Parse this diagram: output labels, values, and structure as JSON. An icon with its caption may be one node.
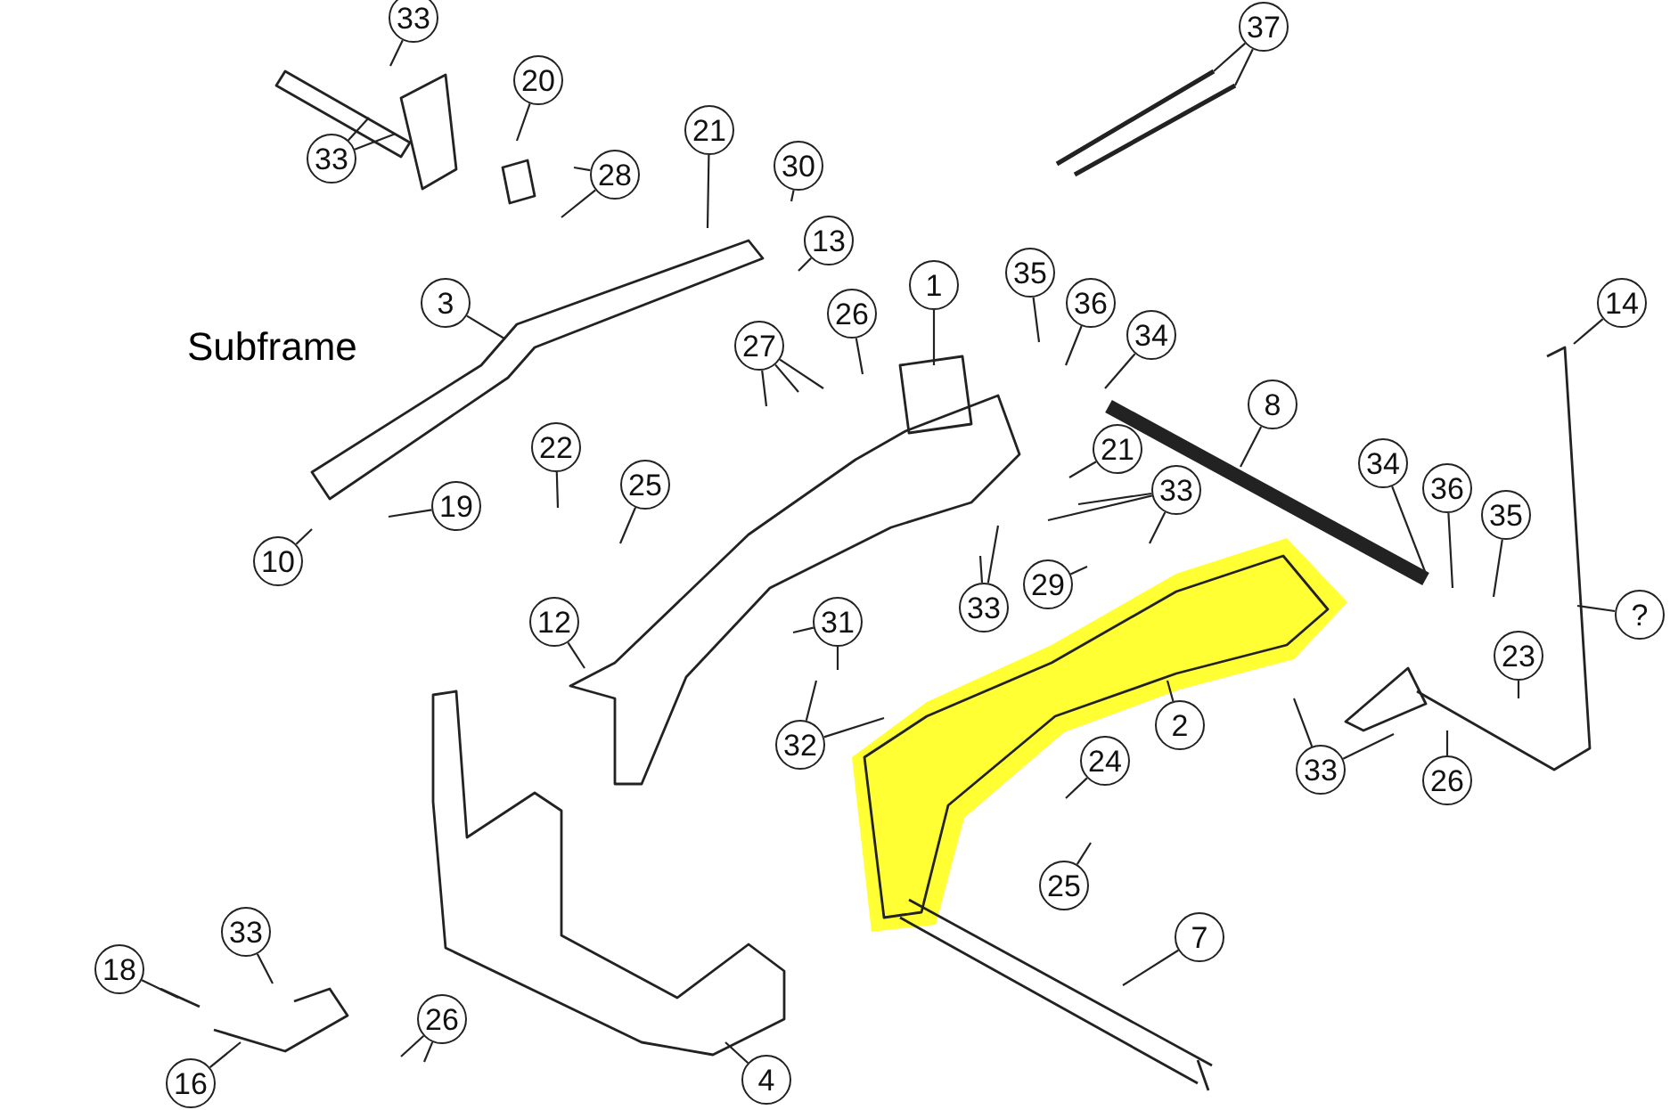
{
  "diagram": {
    "nodes": [
      {
        "text": [
          "33"
        ]
      },
      {
        "text": [
          "33"
        ]
      },
      {
        "text": [
          "20"
        ]
      },
      {
        "text": [
          "21"
        ]
      },
      {
        "text": [
          "28"
        ]
      },
      {
        "text": [
          "30"
        ]
      },
      {
        "text": [
          "13"
        ]
      },
      {
        "text": [
          "3"
        ]
      },
      {
        "text": [
          "1"
        ]
      },
      {
        "text": [
          "26"
        ]
      },
      {
        "text": [
          "35"
        ]
      },
      {
        "text": [
          "36"
        ]
      },
      {
        "text": [
          "34"
        ]
      },
      {
        "text": [
          "37"
        ]
      },
      {
        "text": [
          "14"
        ]
      },
      {
        "text": [
          "27"
        ]
      },
      {
        "text": [
          "8"
        ]
      },
      {
        "text": [
          "22"
        ]
      },
      {
        "text": [
          "25"
        ]
      },
      {
        "text": [
          "21"
        ]
      },
      {
        "text": [
          "33"
        ]
      },
      {
        "text": [
          "19"
        ]
      },
      {
        "text": [
          "10"
        ]
      },
      {
        "text": [
          "34"
        ]
      },
      {
        "text": [
          "36"
        ]
      },
      {
        "text": [
          "35"
        ]
      },
      {
        "text": [
          "29"
        ]
      },
      {
        "text": [
          "33"
        ]
      },
      {
        "text": [
          "?"
        ]
      },
      {
        "text": [
          "12"
        ]
      },
      {
        "text": [
          "31"
        ]
      },
      {
        "text": [
          "23"
        ]
      },
      {
        "text": [
          "2"
        ]
      },
      {
        "text": [
          "32"
        ]
      },
      {
        "text": [
          "24"
        ]
      },
      {
        "text": [
          "33"
        ]
      },
      {
        "text": [
          "26"
        ]
      },
      {
        "text": [
          "25"
        ]
      },
      {
        "text": [
          "7"
        ]
      },
      {
        "text": [
          "33"
        ]
      },
      {
        "text": [
          "18"
        ]
      },
      {
        "text": [
          "26"
        ]
      },
      {
        "text": [
          "16"
        ]
      },
      {
        "text": [
          "4"
        ]
      }
    ],
    "edges": [
      {
        "from": 0,
        "to": null,
        "arrow": "none"
      },
      {
        "from": 1,
        "to": null,
        "arrow": "none"
      },
      {
        "from": 1,
        "to": null,
        "arrow": "none"
      },
      {
        "from": 2,
        "to": null,
        "arrow": "none"
      },
      {
        "from": 3,
        "to": null,
        "arrow": "none"
      },
      {
        "from": 4,
        "to": null,
        "arrow": "none"
      },
      {
        "from": 4,
        "to": null,
        "arrow": "none"
      },
      {
        "from": 5,
        "to": null,
        "arrow": "none"
      },
      {
        "from": 6,
        "to": null,
        "arrow": "none"
      },
      {
        "from": 7,
        "to": null,
        "arrow": "none"
      },
      {
        "from": 8,
        "to": null,
        "arrow": "none"
      },
      {
        "from": 9,
        "to": null,
        "arrow": "none"
      },
      {
        "from": 10,
        "to": null,
        "arrow": "none"
      },
      {
        "from": 11,
        "to": null,
        "arrow": "none"
      },
      {
        "from": 12,
        "to": null,
        "arrow": "none"
      },
      {
        "from": 13,
        "to": null,
        "arrow": "none"
      },
      {
        "from": 13,
        "to": null,
        "arrow": "none"
      },
      {
        "from": 14,
        "to": null,
        "arrow": "none"
      },
      {
        "from": 15,
        "to": null,
        "arrow": "none"
      },
      {
        "from": 15,
        "to": null,
        "arrow": "none"
      },
      {
        "from": 15,
        "to": null,
        "arrow": "none"
      },
      {
        "from": 16,
        "to": null,
        "arrow": "none"
      },
      {
        "from": 17,
        "to": null,
        "arrow": "none"
      },
      {
        "from": 18,
        "to": null,
        "arrow": "none"
      },
      {
        "from": 19,
        "to": null,
        "arrow": "none"
      },
      {
        "from": 20,
        "to": null,
        "arrow": "none"
      },
      {
        "from": 20,
        "to": null,
        "arrow": "none"
      },
      {
        "from": 20,
        "to": null,
        "arrow": "none"
      },
      {
        "from": 21,
        "to": null,
        "arrow": "none"
      },
      {
        "from": 22,
        "to": null,
        "arrow": "none"
      },
      {
        "from": 23,
        "to": null,
        "arrow": "none"
      },
      {
        "from": 24,
        "to": null,
        "arrow": "none"
      },
      {
        "from": 25,
        "to": null,
        "arrow": "none"
      },
      {
        "from": 26,
        "to": null,
        "arrow": "none"
      },
      {
        "from": 27,
        "to": null,
        "arrow": "none"
      },
      {
        "from": 27,
        "to": null,
        "arrow": "none"
      },
      {
        "from": 28,
        "to": null,
        "arrow": "none"
      },
      {
        "from": 29,
        "to": null,
        "arrow": "none"
      },
      {
        "from": 30,
        "to": null,
        "arrow": "none"
      },
      {
        "from": 30,
        "to": null,
        "arrow": "none"
      },
      {
        "from": 31,
        "to": null,
        "arrow": "none"
      },
      {
        "from": 32,
        "to": null,
        "arrow": "none"
      },
      {
        "from": 33,
        "to": null,
        "arrow": "none"
      },
      {
        "from": 33,
        "to": null,
        "arrow": "none"
      },
      {
        "from": 34,
        "to": null,
        "arrow": "none"
      },
      {
        "from": 35,
        "to": null,
        "arrow": "none"
      },
      {
        "from": 35,
        "to": null,
        "arrow": "none"
      },
      {
        "from": 36,
        "to": null,
        "arrow": "none"
      },
      {
        "from": 37,
        "to": null,
        "arrow": "none"
      },
      {
        "from": 38,
        "to": null,
        "arrow": "none"
      },
      {
        "from": 39,
        "to": null,
        "arrow": "none"
      },
      {
        "from": 40,
        "to": null,
        "arrow": "none"
      },
      {
        "from": 41,
        "to": null,
        "arrow": "none"
      },
      {
        "from": 41,
        "to": null,
        "arrow": "none"
      },
      {
        "from": 42,
        "to": null,
        "arrow": "none"
      },
      {
        "from": 43,
        "to": null,
        "arrow": "none"
      }
    ],
    "labels": [
      "Subframe"
    ]
  }
}
